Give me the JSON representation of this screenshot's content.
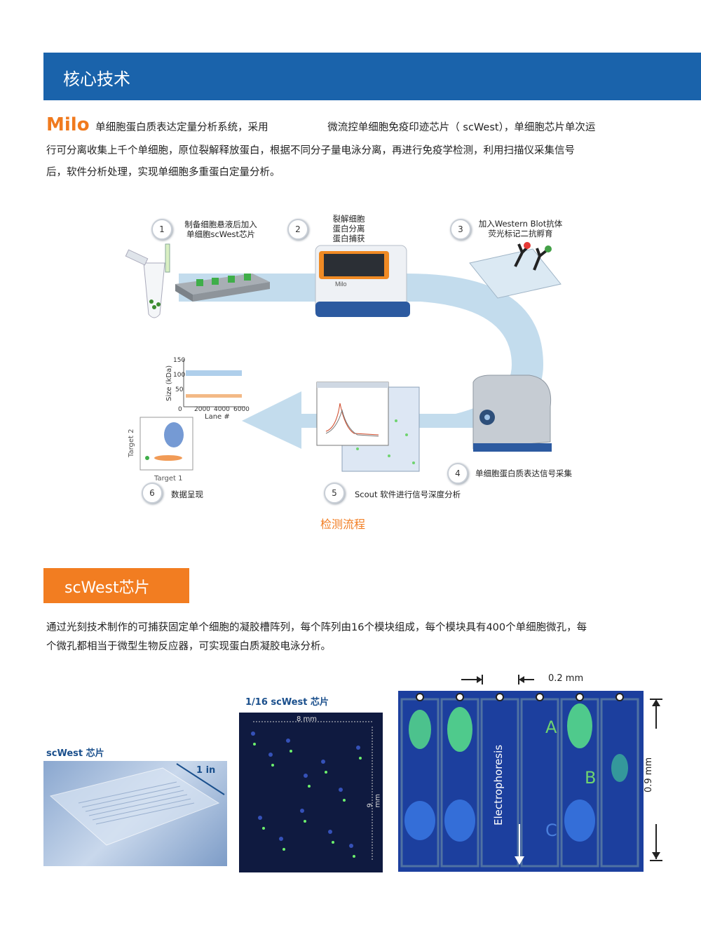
{
  "section1": {
    "title": "核心技术"
  },
  "intro": {
    "brand": "Milo",
    "line1_a": "单细胞蛋白质表达定量分析系统，采用",
    "line1_b": "微流控单细胞免疫印迹芯片（ scWest），单细胞芯片单次运",
    "line2": "行可分离收集上千个单细胞，原位裂解释放蛋白，根据不同分子量电泳分离，再进行免疫学检测，利用扫描仪采集信号",
    "line3": "后，软件分析处理，实现单细胞多重蛋白定量分析。"
  },
  "workflow": {
    "steps": [
      {
        "num": "1",
        "text": "制备细胞悬液后加入\n单细胞scWest芯片"
      },
      {
        "num": "2",
        "text": "裂解细胞\n蛋白分离\n蛋白捕获"
      },
      {
        "num": "3",
        "text": "加入Western Blot抗体\n荧光标记二抗孵育"
      },
      {
        "num": "4",
        "text": "单细胞蛋白质表达信号采集"
      },
      {
        "num": "5",
        "text": "Scout 软件进行信号深度分析"
      },
      {
        "num": "6",
        "text": "数据呈现"
      }
    ],
    "caption": "检测流程",
    "device_label": "Milo",
    "plot_top": {
      "ylabel": "Size (kDa)",
      "xlabel": "Lane #",
      "yticks": [
        "150",
        "100",
        "50",
        "0"
      ],
      "xticks": [
        "2000",
        "4000",
        "6000"
      ]
    },
    "plot_scatter": {
      "xlabel": "Target 1",
      "ylabel": "Target 2"
    }
  },
  "section2": {
    "title": "scWest芯片"
  },
  "desc2": {
    "line1": "通过光刻技术制作的可捕获固定单个细胞的凝胶槽阵列，每个阵列由16个模块组成，每个模块具有400个单细胞微孔，每",
    "line2": "个微孔都相当于微型生物反应器，可实现蛋白质凝胶电泳分析。"
  },
  "figures": {
    "chip_caption": "scWest 芯片",
    "chip_dim": "1 in",
    "sub_caption": "1/16 scWest 芯片",
    "sub_width": "8 mm",
    "sub_height": "9 mm",
    "spacing": "0.2 mm",
    "height_dim": "0.9 mm",
    "electro": "Electrophoresis",
    "label_a": "A",
    "label_b": "B",
    "label_c": "C"
  },
  "colors": {
    "blue_bar": "#1a63ab",
    "orange": "#f27d21",
    "arrow": "#b8d6ea"
  }
}
